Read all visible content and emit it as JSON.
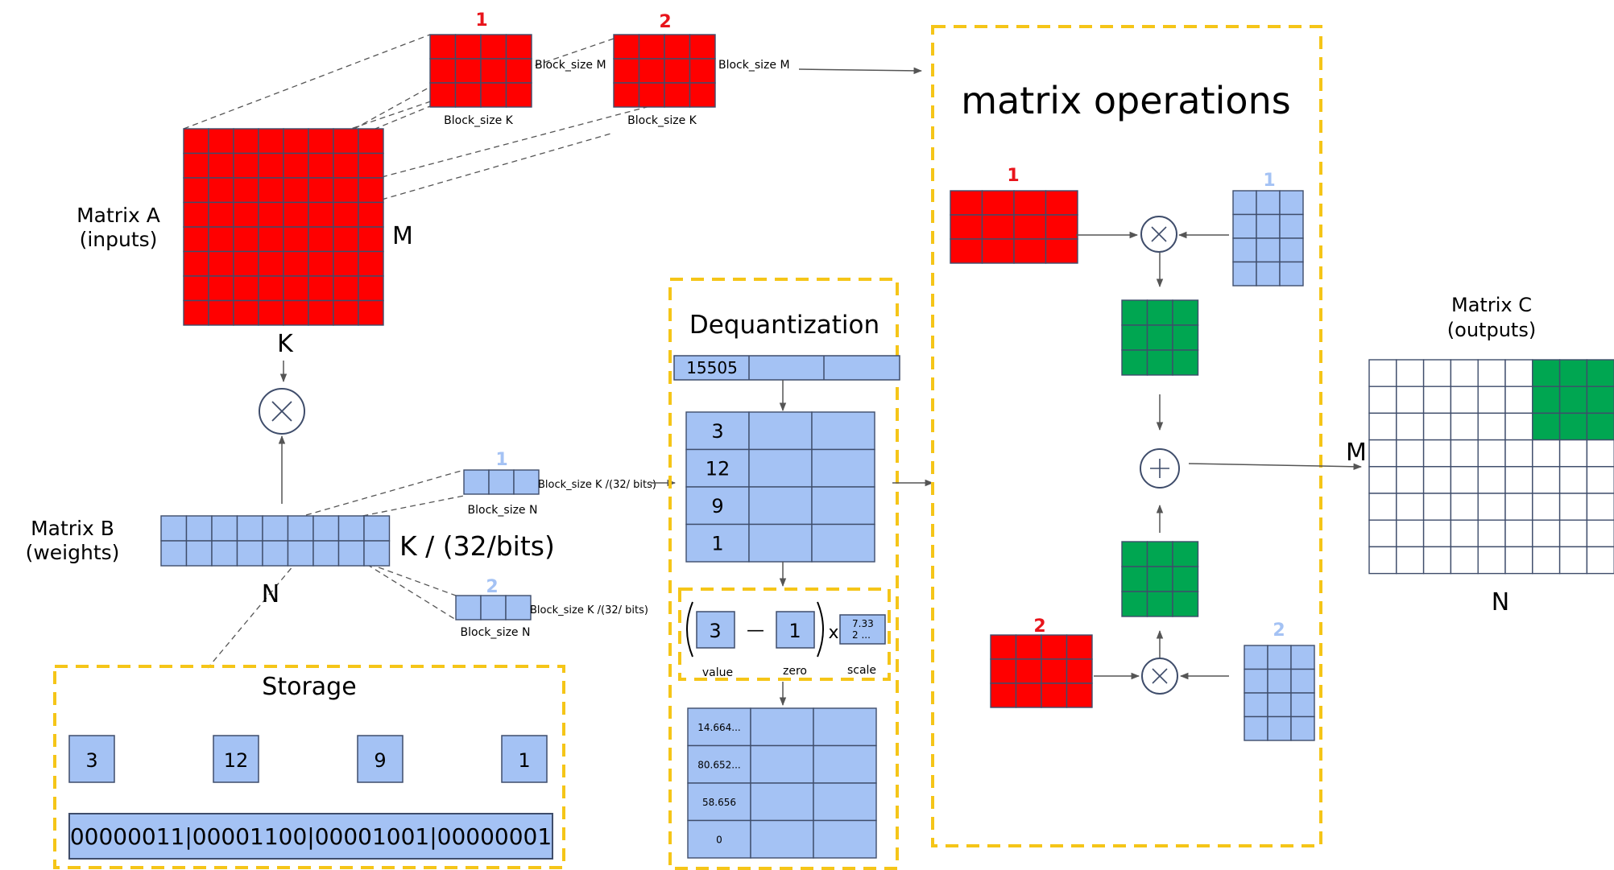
{
  "colors": {
    "red": "#ff0000",
    "blue": "#a4c2f4",
    "green": "#00a651",
    "grid_line": "#3f4d6b",
    "dashed_box": "#f5c518",
    "index_red": "#e8141b",
    "index_blue": "#a4c2f4",
    "white": "#ffffff"
  },
  "matrix_a": {
    "name": "Matrix A",
    "sub": "(inputs)",
    "dim_m": "M",
    "dim_k": "K"
  },
  "block_a1": {
    "index": "1",
    "size_m": "Block_size M",
    "size_k": "Block_size K"
  },
  "block_a2": {
    "index": "2",
    "size_m": "Block_size M",
    "size_k": "Block_size K"
  },
  "matrix_b": {
    "name": "Matrix B",
    "sub": "(weights)",
    "dim_k": "K / (32/bits)",
    "dim_n": "N"
  },
  "block_b1": {
    "index": "1",
    "size_k": "Block_size K /(32/ bits)",
    "size_n": "Block_size N"
  },
  "block_b2": {
    "index": "2",
    "size_k": "Block_size K /(32/ bits)",
    "size_n": "Block_size N"
  },
  "multiply_icon": "multiply-icon",
  "storage": {
    "title": "Storage",
    "values": [
      "3",
      "12",
      "9",
      "1"
    ],
    "bits": "00000011|00001100|00001001|00000001"
  },
  "dequant": {
    "title": "Dequantization",
    "packed_value": "15505",
    "unpacked": [
      "3",
      "12",
      "9",
      "1"
    ],
    "formula": {
      "value": "3",
      "minus": "—",
      "zero": "1",
      "times": "x",
      "scale_line1": "7.33",
      "scale_line2": "2 ...",
      "value_label": "value",
      "zero_label": "zero",
      "scale_label": "scale"
    },
    "results": [
      "14.664...",
      "80.652...",
      "58.656",
      "0"
    ]
  },
  "ops": {
    "title": "matrix operations",
    "a_index_1": "1",
    "b_index_1": "1",
    "a_index_2": "2",
    "b_index_2": "2"
  },
  "matrix_c": {
    "name": "Matrix C",
    "sub": "(outputs)",
    "dim_m": "M",
    "dim_n": "N"
  }
}
